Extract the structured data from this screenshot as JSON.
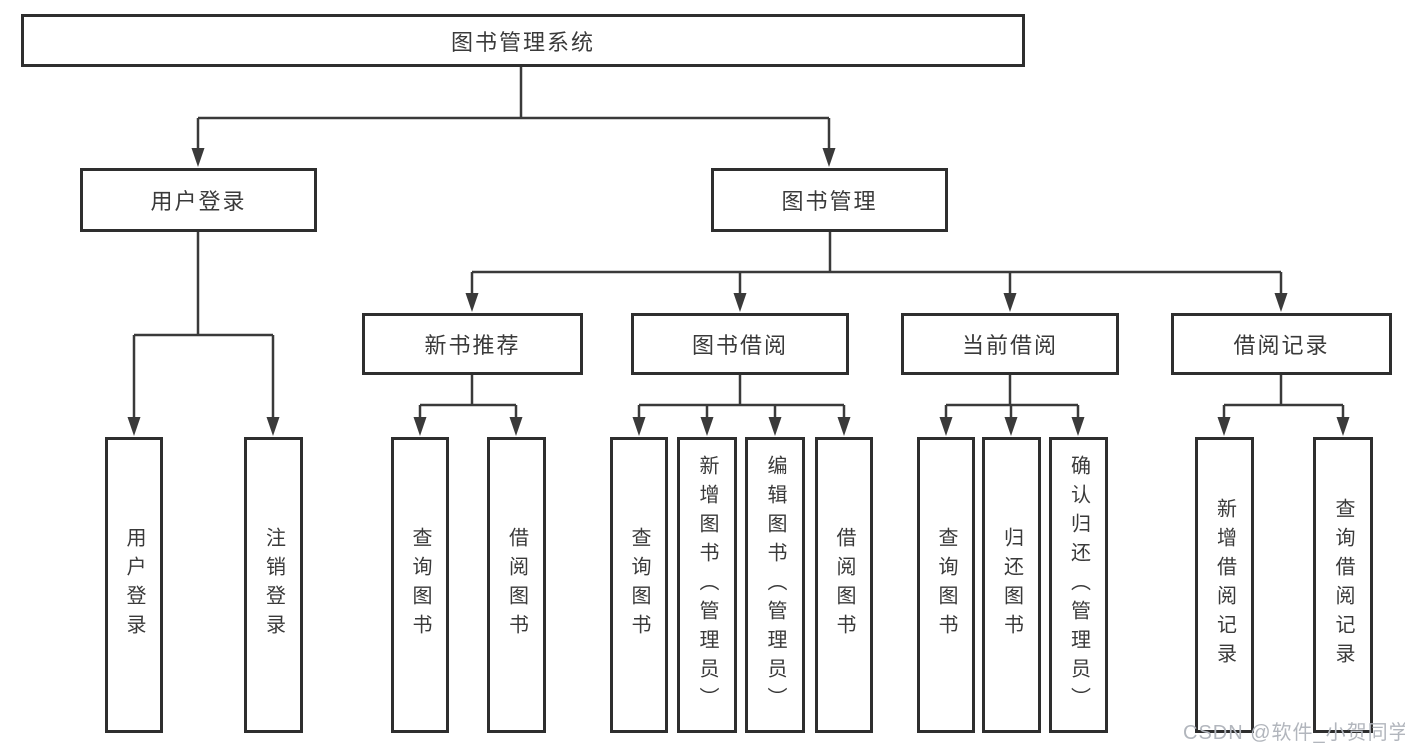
{
  "colors": {
    "background": "#ffffff",
    "line": "#3a3a3a",
    "box_border": "#2e2e2e",
    "text": "#3a3a3a",
    "watermark": "#b2b6bd"
  },
  "diagram": {
    "root": {
      "label": "图书管理系统"
    },
    "groups": [
      {
        "label": "用户登录",
        "leaves": [
          {
            "label": "用户登录"
          },
          {
            "label": "注销登录"
          }
        ]
      },
      {
        "label": "图书管理",
        "sections": [
          {
            "label": "新书推荐",
            "leaves": [
              {
                "label": "查询图书"
              },
              {
                "label": "借阅图书"
              }
            ]
          },
          {
            "label": "图书借阅",
            "leaves": [
              {
                "label": "查询图书"
              },
              {
                "label": "新增图书（管理员）"
              },
              {
                "label": "编辑图书（管理员）"
              },
              {
                "label": "借阅图书"
              }
            ]
          },
          {
            "label": "当前借阅",
            "leaves": [
              {
                "label": "查询图书"
              },
              {
                "label": "归还图书"
              },
              {
                "label": "确认归还（管理员）"
              }
            ]
          },
          {
            "label": "借阅记录",
            "leaves": [
              {
                "label": "新增借阅记录"
              },
              {
                "label": "查询借阅记录"
              }
            ]
          }
        ]
      }
    ]
  },
  "watermark": {
    "text": "CSDN @软件_小贺同学"
  }
}
